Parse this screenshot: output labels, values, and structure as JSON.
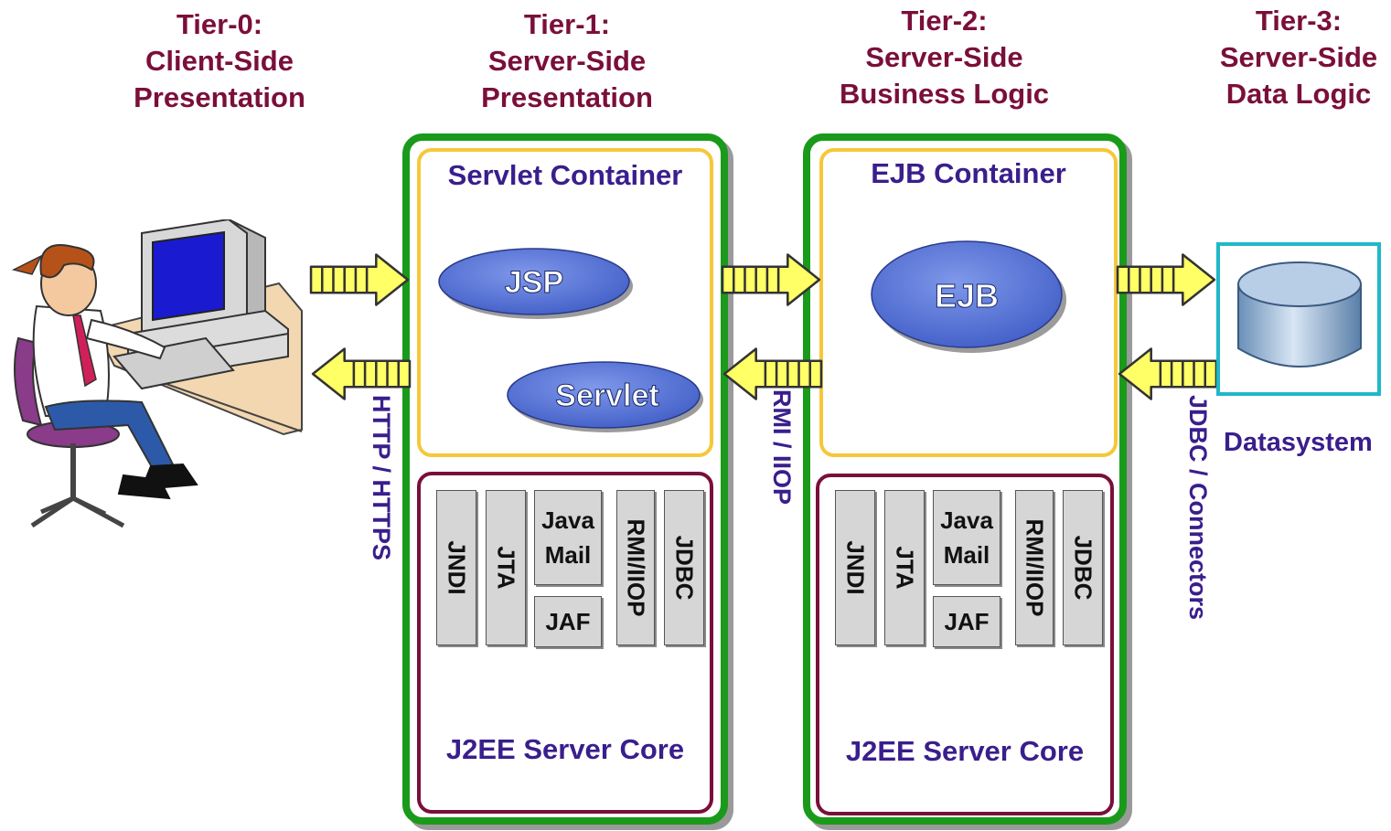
{
  "tiers": [
    {
      "line1": "Tier-0:",
      "line2": "Client-Side",
      "line3": "Presentation"
    },
    {
      "line1": "Tier-1:",
      "line2": "Server-Side",
      "line3": "Presentation"
    },
    {
      "line1": "Tier-2:",
      "line2": "Server-Side",
      "line3": "Business Logic"
    },
    {
      "line1": "Tier-3:",
      "line2": "Server-Side",
      "line3": "Data Logic"
    }
  ],
  "servlet_container": {
    "title": "Servlet Container",
    "components": [
      "JSP",
      "Servlet"
    ]
  },
  "ejb_container": {
    "title": "EJB Container",
    "components": [
      "EJB"
    ]
  },
  "server_core_1": {
    "title": "J2EE Server Core",
    "services": {
      "jndi": "JNDI",
      "jta": "JTA",
      "javamail_1": "Java",
      "javamail_2": "Mail",
      "jaf": "JAF",
      "rmi": "RMI/IIOP",
      "jdbc": "JDBC"
    }
  },
  "server_core_2": {
    "title": "J2EE Server Core",
    "services": {
      "jndi": "JNDI",
      "jta": "JTA",
      "javamail_1": "Java",
      "javamail_2": "Mail",
      "jaf": "JAF",
      "rmi": "RMI/IIOP",
      "jdbc": "JDBC"
    }
  },
  "protocols": {
    "http": "HTTP / HTTPS",
    "rmi": "RMI / IIOP",
    "jdbc": "JDBC / Connectors"
  },
  "datasystem": {
    "label": "Datasystem"
  },
  "colors": {
    "tier_label": "#7a0f3a",
    "server_border": "#1a9a1a",
    "container_border": "#f5c83a",
    "core_border": "#7a0f3a",
    "label_text": "#3a1e8c",
    "ellipse": "#5a78d8",
    "arrow_fill": "#ffff66",
    "datasystem_border": "#1fb8c8"
  }
}
